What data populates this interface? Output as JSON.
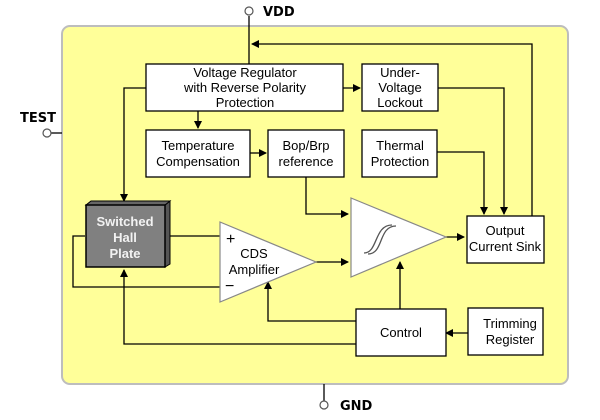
{
  "diagram": {
    "title": "Hall-effect switch block diagram",
    "colors": {
      "die_fill": "#ffff99",
      "die_border": "#bdbdbd",
      "hall_plate": "#808080",
      "hall_text": "#f2f2f2",
      "block_fill": "#ffffff",
      "line": "#000000"
    },
    "pins": {
      "vdd": "VDD",
      "gnd": "GND",
      "test": "TEST"
    },
    "blocks": {
      "voltage_regulator": [
        "Voltage Regulator",
        "with Reverse Polarity",
        "Protection"
      ],
      "under_voltage_lockout": [
        "Under-",
        "Voltage",
        "Lockout"
      ],
      "temperature_compensation": [
        "Temperature",
        "Compensation"
      ],
      "bop_brp_reference": [
        "Bop/Brp",
        "reference"
      ],
      "thermal_protection": [
        "Thermal",
        "Protection"
      ],
      "switched_hall_plate": [
        "Switched",
        "Hall",
        "Plate"
      ],
      "cds_amplifier": [
        "CDS",
        "Amplifier"
      ],
      "output_current_sink": [
        "Output",
        "Current Sink"
      ],
      "control": [
        "Control"
      ],
      "trimming_register": [
        "Trimming",
        "Register"
      ]
    },
    "amp_inputs": {
      "plus": "+",
      "minus": "−"
    },
    "comparator_symbol": "hysteresis-icon"
  }
}
